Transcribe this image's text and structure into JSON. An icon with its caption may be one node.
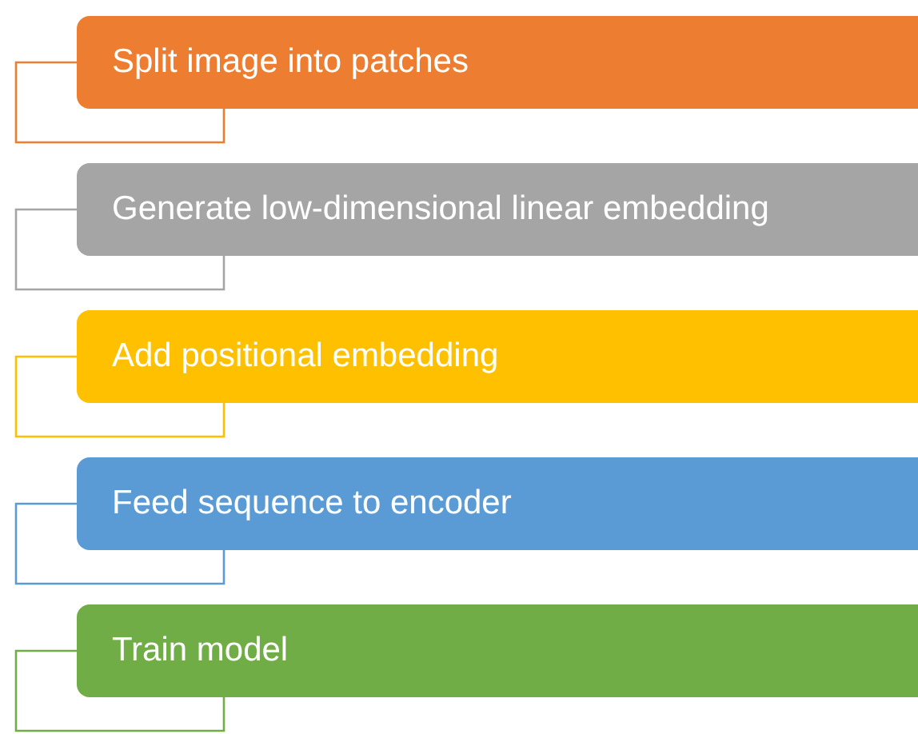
{
  "diagram": {
    "nodes": [
      {
        "text": [
          "Split image into patches"
        ]
      },
      {
        "text": [
          "Generate low-dimensional linear embedding"
        ]
      },
      {
        "text": [
          "Add positional embedding"
        ]
      },
      {
        "text": [
          "Feed sequence to encoder"
        ]
      },
      {
        "text": [
          "Train model"
        ]
      }
    ]
  }
}
